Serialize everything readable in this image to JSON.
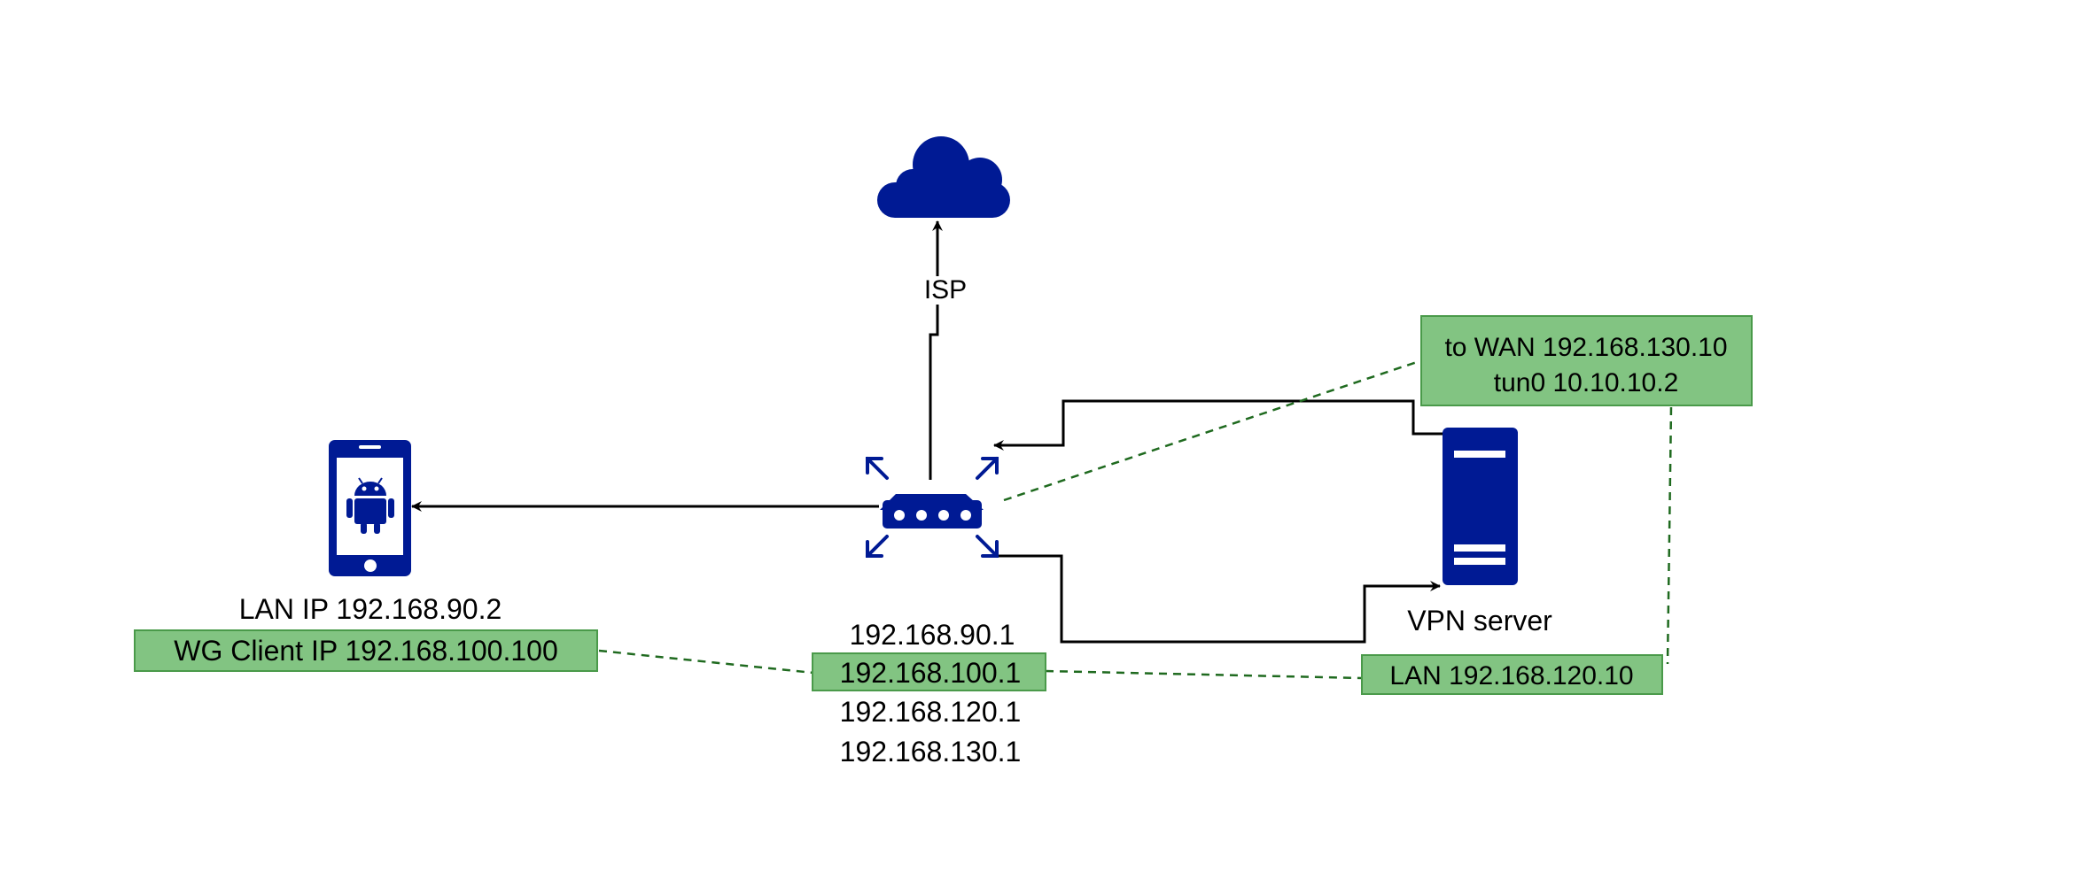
{
  "colors": {
    "icon": "#001A94",
    "note_fill": "#82C482",
    "note_border": "#4A9A4A",
    "dashed_link": "#1F6A1F",
    "line": "#000000"
  },
  "nodes": {
    "cloud": {
      "icon": "cloud-icon"
    },
    "router": {
      "icon": "router-icon"
    },
    "phone": {
      "icon": "android-phone-icon"
    },
    "server": {
      "icon": "server-icon",
      "label": "VPN server"
    }
  },
  "edges": {
    "isp_label": "ISP"
  },
  "labels": {
    "phone_lan_ip": "LAN IP 192.168.90.2",
    "phone_wg_ip": "WG Client IP 192.168.100.100",
    "router_ip_1": "192.168.90.1",
    "router_ip_2": "192.168.100.1",
    "router_ip_3": "192.168.120.1",
    "router_ip_4": "192.168.130.1",
    "server_wan_line1": "to WAN 192.168.130.10",
    "server_wan_line2": "tun0 10.10.10.2",
    "server_lan": "LAN 192.168.120.10"
  }
}
